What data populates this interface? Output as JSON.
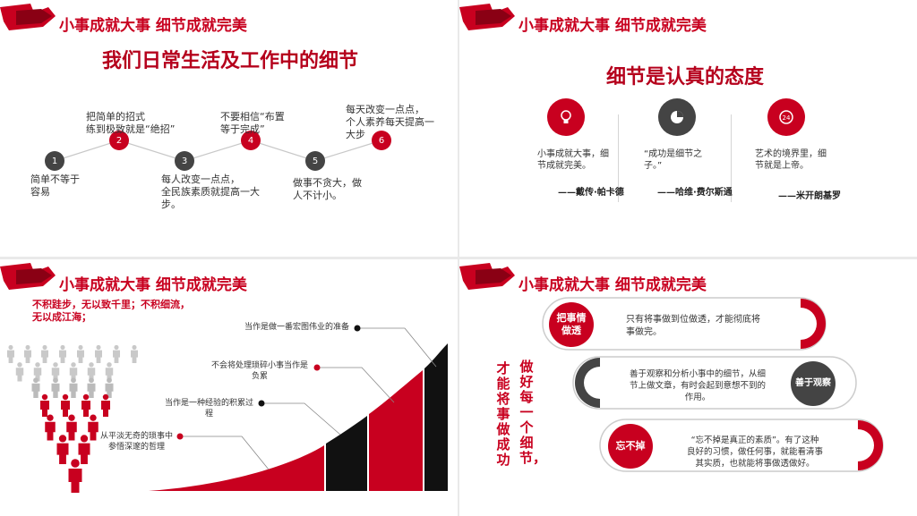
{
  "header_title": "小事成就大事 细节成就完美",
  "colors": {
    "accent": "#c8001f",
    "dark": "#444444",
    "bg": "#ffffff"
  },
  "slide1": {
    "title": "我们日常生活及工作中的细节",
    "steps": [
      {
        "num": "1",
        "lines": [
          "简单不等于",
          "容易"
        ]
      },
      {
        "num": "2",
        "lines": [
          "把简单的招式",
          "练到极致就是“绝招”"
        ]
      },
      {
        "num": "3",
        "lines": [
          "每人改变一点点，",
          "全民族素质就提高一大",
          "步。"
        ]
      },
      {
        "num": "4",
        "lines": [
          "不要相信“布置",
          "等于完成”"
        ]
      },
      {
        "num": "5",
        "lines": [
          "做事不贪大，做",
          "人不计小。"
        ]
      },
      {
        "num": "6",
        "lines": [
          "每天改变一点点，",
          "个人素养每天提高一",
          "大步"
        ]
      }
    ]
  },
  "slide2": {
    "title": "细节是认真的态度",
    "icons": [
      "lightbulb-icon",
      "pie-chart-icon",
      "clock-24-icon"
    ],
    "quotes": [
      {
        "lines": [
          "小事成就大事，细",
          "节成就完美。"
        ],
        "author": "——戴传·帕卡德"
      },
      {
        "lines": [
          "“成功是细节之",
          "子。”"
        ],
        "author": "——哈维·费尔斯通"
      },
      {
        "lines": [
          "艺术的境界里，细",
          "节就是上帝。"
        ],
        "author": "——米开朗基罗"
      }
    ]
  },
  "slide3": {
    "slogan_lines": [
      "不积跬步，无以致千里；不积细流，",
      "无以成江海；"
    ],
    "labels": [
      {
        "lines": [
          "当作是做一番宏图伟业的准备"
        ]
      },
      {
        "lines": [
          "不会将处理琐碎小事当作是",
          "负累"
        ]
      },
      {
        "lines": [
          "当作是一种经验的积累过",
          "程"
        ]
      },
      {
        "lines": [
          "从平淡无奇的琐事中",
          "参悟深邃的哲理"
        ]
      }
    ]
  },
  "slide4": {
    "vertical_left": "才能将事做成功",
    "vertical_right": "做好每一个细节，",
    "items": [
      {
        "label_lines": [
          "把事情",
          "做透"
        ],
        "text_lines": [
          "只有将事做到位做透，才能彻底将",
          "事做完。"
        ]
      },
      {
        "label_lines": [
          "善于观察"
        ],
        "text_lines": [
          "善于观察和分析小事中的细节，从细",
          "节上做文章，有时会起到意想不到的",
          "作用。"
        ]
      },
      {
        "label_lines": [
          "忘不掉"
        ],
        "text_lines": [
          "“忘不掉是真正的素质”。有了这种",
          "良好的习惯，做任何事，就能看清事",
          "其实质，也就能将事做透做好。"
        ]
      }
    ]
  }
}
